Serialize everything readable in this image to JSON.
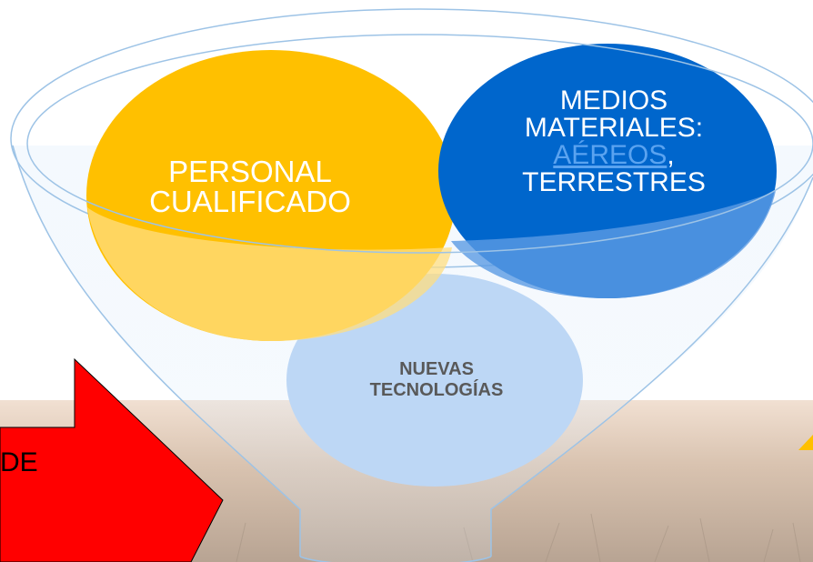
{
  "nodes": {
    "personal": {
      "lines": [
        "PERSONAL",
        "CUALIFICADO"
      ],
      "color": "#FFC000"
    },
    "medios": {
      "line1": "MEDIOS",
      "line2": "MATERIALES:",
      "link": "AÉREOS",
      "comma": ",",
      "line4": "TERRESTRES",
      "color": "#0066CC"
    },
    "nuevas": {
      "lines": [
        "NUEVAS",
        "TECNOLOGÍAS"
      ],
      "color": "#BDD7F5"
    }
  },
  "arrow": {
    "text": "DE",
    "color": "#FF0000"
  },
  "colors": {
    "funnel_stroke": "#9DC3E6",
    "link": "#5AA3F0"
  }
}
